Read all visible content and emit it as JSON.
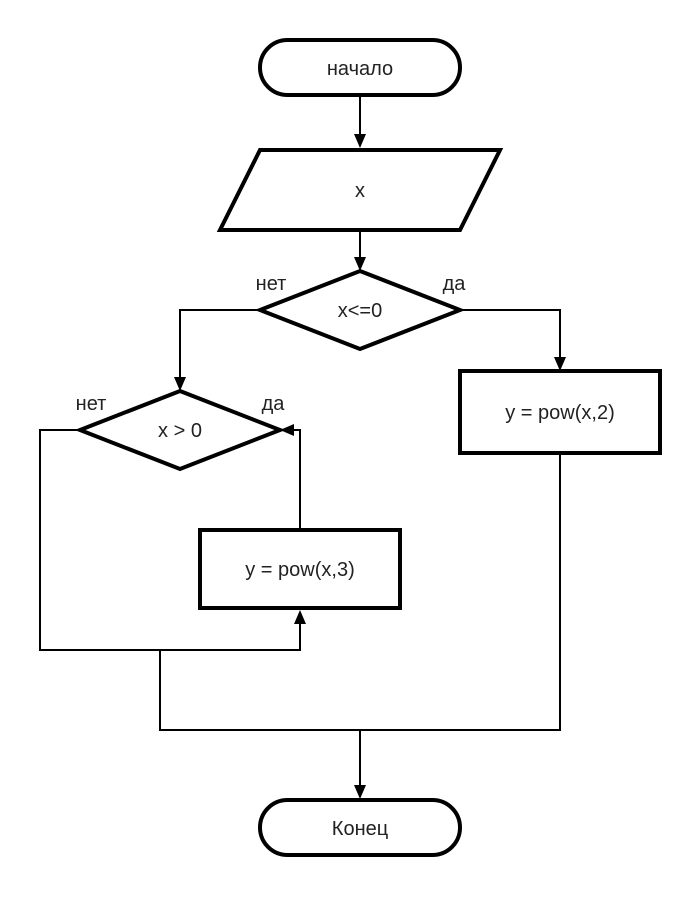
{
  "diagram": {
    "type": "flowchart",
    "nodes": {
      "start": {
        "kind": "terminator",
        "text": "начало"
      },
      "input": {
        "kind": "io",
        "text": "x"
      },
      "cond1": {
        "kind": "decision",
        "text": "x<=0",
        "yes": "да",
        "no": "нет"
      },
      "proc_square": {
        "kind": "process",
        "text": "y = pow(x,2)"
      },
      "cond2": {
        "kind": "decision",
        "text": "x > 0",
        "yes": "да",
        "no": "нет"
      },
      "proc_cube": {
        "kind": "process",
        "text": "y = pow(x,3)"
      },
      "end": {
        "kind": "terminator",
        "text": "Конец"
      }
    },
    "edges": [
      {
        "from": "start",
        "to": "input"
      },
      {
        "from": "input",
        "to": "cond1"
      },
      {
        "from": "cond1",
        "to": "proc_square",
        "label": "да"
      },
      {
        "from": "cond1",
        "to": "cond2",
        "label": "нет"
      },
      {
        "from": "cond2",
        "to": "proc_cube",
        "label": "нет"
      },
      {
        "from": "proc_cube",
        "to": "cond2",
        "label": "да"
      },
      {
        "from": "proc_square",
        "to": "end"
      },
      {
        "from": "cond2",
        "to": "end"
      }
    ],
    "colors": {
      "stroke": "#000000",
      "text": "#222222",
      "background": "#ffffff"
    }
  }
}
